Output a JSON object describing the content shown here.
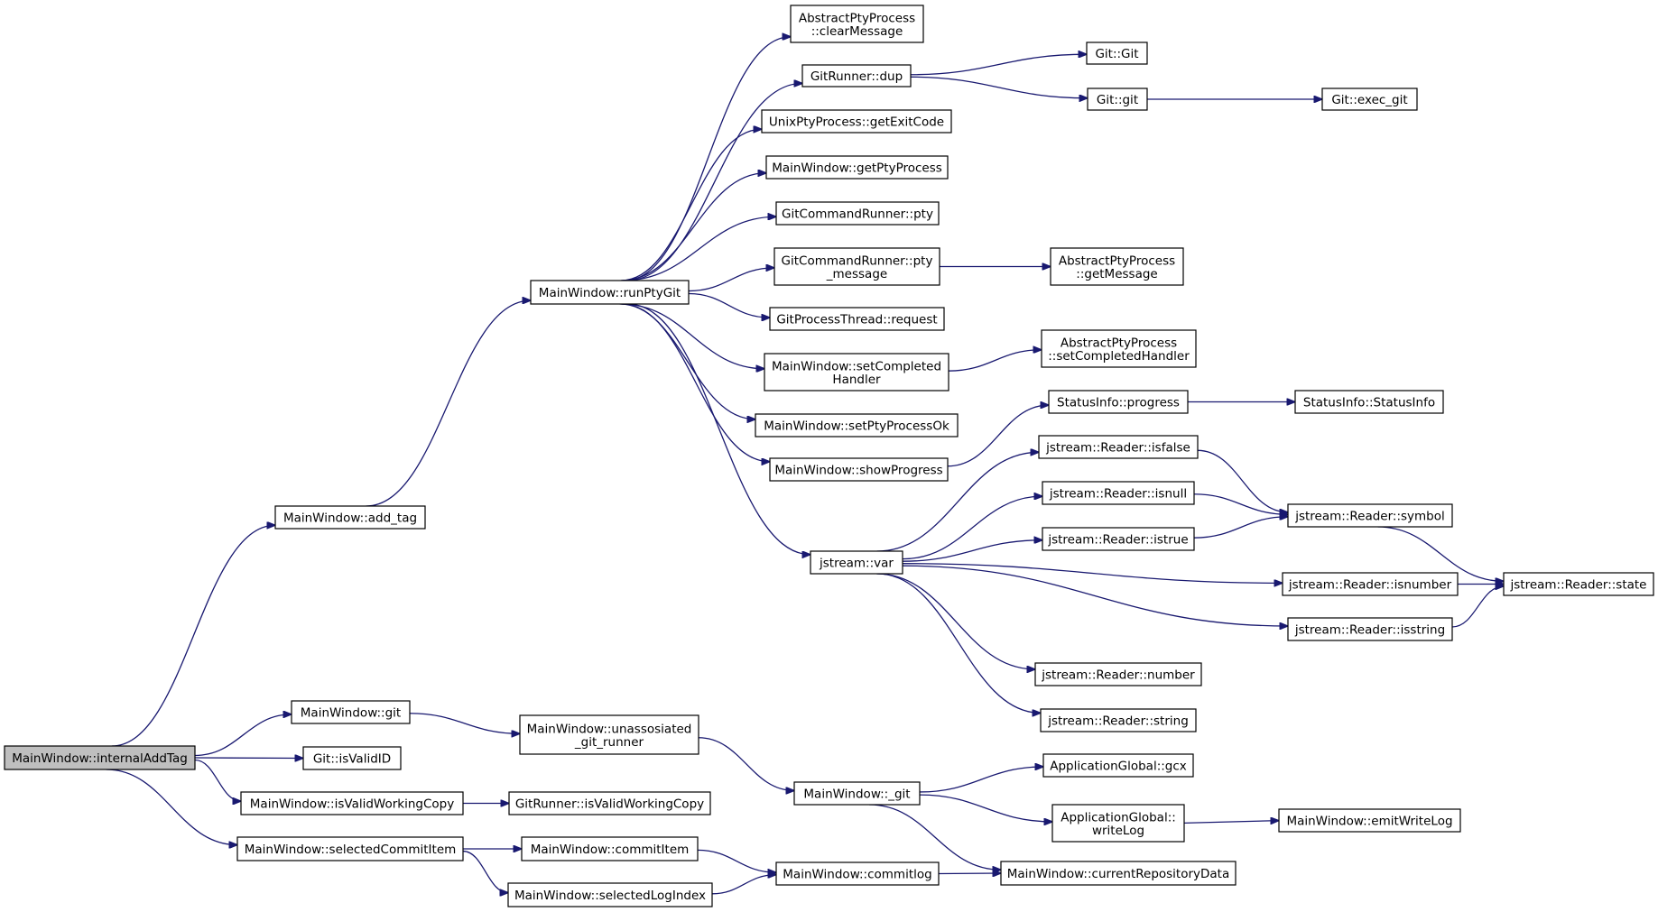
{
  "graph": {
    "edge_color": "#191970",
    "root_fill": "#bfbfbf",
    "nodes": [
      {
        "id": "internalAddTag",
        "lines": [
          "MainWindow::internalAddTag"
        ],
        "root": true
      },
      {
        "id": "add_tag",
        "lines": [
          "MainWindow::add_tag"
        ]
      },
      {
        "id": "mw_git",
        "lines": [
          "MainWindow::git"
        ]
      },
      {
        "id": "isValidID",
        "lines": [
          "Git::isValidID"
        ]
      },
      {
        "id": "mw_isValidWC",
        "lines": [
          "MainWindow::isValidWorkingCopy"
        ]
      },
      {
        "id": "selectedCommitItem",
        "lines": [
          "MainWindow::selectedCommitItem"
        ]
      },
      {
        "id": "runPtyGit",
        "lines": [
          "MainWindow::runPtyGit"
        ]
      },
      {
        "id": "unassosiated",
        "lines": [
          "MainWindow::unassosiated",
          "_git_runner"
        ]
      },
      {
        "id": "gr_isValidWC",
        "lines": [
          "GitRunner::isValidWorkingCopy"
        ]
      },
      {
        "id": "commitItem",
        "lines": [
          "MainWindow::commitItem"
        ]
      },
      {
        "id": "selectedLogIndex",
        "lines": [
          "MainWindow::selectedLogIndex"
        ]
      },
      {
        "id": "clearMessage",
        "lines": [
          "AbstractPtyProcess",
          "::clearMessage"
        ]
      },
      {
        "id": "dup",
        "lines": [
          "GitRunner::dup"
        ]
      },
      {
        "id": "getExitCode",
        "lines": [
          "UnixPtyProcess::getExitCode"
        ]
      },
      {
        "id": "getPtyProcess",
        "lines": [
          "MainWindow::getPtyProcess"
        ]
      },
      {
        "id": "pty",
        "lines": [
          "GitCommandRunner::pty"
        ]
      },
      {
        "id": "pty_message",
        "lines": [
          "GitCommandRunner::pty",
          "_message"
        ]
      },
      {
        "id": "request",
        "lines": [
          "GitProcessThread::request"
        ]
      },
      {
        "id": "setCompletedHandler",
        "lines": [
          "MainWindow::setCompleted",
          "Handler"
        ]
      },
      {
        "id": "setPtyProcessOk",
        "lines": [
          "MainWindow::setPtyProcessOk"
        ]
      },
      {
        "id": "showProgress",
        "lines": [
          "MainWindow::showProgress"
        ]
      },
      {
        "id": "var",
        "lines": [
          "jstream::var"
        ]
      },
      {
        "id": "mw__git",
        "lines": [
          "MainWindow::_git"
        ]
      },
      {
        "id": "commitlog",
        "lines": [
          "MainWindow::commitlog"
        ]
      },
      {
        "id": "git_git_ctor",
        "lines": [
          "Git::Git"
        ]
      },
      {
        "id": "git_git",
        "lines": [
          "Git::git"
        ]
      },
      {
        "id": "getMessage",
        "lines": [
          "AbstractPtyProcess",
          "::getMessage"
        ]
      },
      {
        "id": "apsetCompletedHandler",
        "lines": [
          "AbstractPtyProcess",
          "::setCompletedHandler"
        ]
      },
      {
        "id": "progress",
        "lines": [
          "StatusInfo::progress"
        ]
      },
      {
        "id": "isfalse",
        "lines": [
          "jstream::Reader::isfalse"
        ]
      },
      {
        "id": "isnull",
        "lines": [
          "jstream::Reader::isnull"
        ]
      },
      {
        "id": "istrue",
        "lines": [
          "jstream::Reader::istrue"
        ]
      },
      {
        "id": "number",
        "lines": [
          "jstream::Reader::number"
        ]
      },
      {
        "id": "string",
        "lines": [
          "jstream::Reader::string"
        ]
      },
      {
        "id": "gcx",
        "lines": [
          "ApplicationGlobal::gcx"
        ]
      },
      {
        "id": "writeLog",
        "lines": [
          "ApplicationGlobal::",
          "writeLog"
        ]
      },
      {
        "id": "currentRepositoryData",
        "lines": [
          "MainWindow::currentRepositoryData"
        ]
      },
      {
        "id": "exec_git",
        "lines": [
          "Git::exec_git"
        ]
      },
      {
        "id": "StatusInfo",
        "lines": [
          "StatusInfo::StatusInfo"
        ]
      },
      {
        "id": "symbol",
        "lines": [
          "jstream::Reader::symbol"
        ]
      },
      {
        "id": "isnumber",
        "lines": [
          "jstream::Reader::isnumber"
        ]
      },
      {
        "id": "isstring",
        "lines": [
          "jstream::Reader::isstring"
        ]
      },
      {
        "id": "emitWriteLog",
        "lines": [
          "MainWindow::emitWriteLog"
        ]
      },
      {
        "id": "state",
        "lines": [
          "jstream::Reader::state"
        ]
      }
    ],
    "edges": [
      [
        "internalAddTag",
        "add_tag"
      ],
      [
        "internalAddTag",
        "mw_git"
      ],
      [
        "internalAddTag",
        "isValidID"
      ],
      [
        "internalAddTag",
        "mw_isValidWC"
      ],
      [
        "internalAddTag",
        "selectedCommitItem"
      ],
      [
        "add_tag",
        "runPtyGit"
      ],
      [
        "runPtyGit",
        "clearMessage"
      ],
      [
        "runPtyGit",
        "dup"
      ],
      [
        "runPtyGit",
        "getExitCode"
      ],
      [
        "runPtyGit",
        "getPtyProcess"
      ],
      [
        "runPtyGit",
        "pty"
      ],
      [
        "runPtyGit",
        "pty_message"
      ],
      [
        "runPtyGit",
        "request"
      ],
      [
        "runPtyGit",
        "setCompletedHandler"
      ],
      [
        "runPtyGit",
        "setPtyProcessOk"
      ],
      [
        "runPtyGit",
        "showProgress"
      ],
      [
        "runPtyGit",
        "var"
      ],
      [
        "dup",
        "git_git_ctor"
      ],
      [
        "dup",
        "git_git"
      ],
      [
        "git_git",
        "exec_git"
      ],
      [
        "pty_message",
        "getMessage"
      ],
      [
        "setCompletedHandler",
        "apsetCompletedHandler"
      ],
      [
        "showProgress",
        "progress"
      ],
      [
        "progress",
        "StatusInfo"
      ],
      [
        "var",
        "isfalse"
      ],
      [
        "var",
        "isnull"
      ],
      [
        "var",
        "istrue"
      ],
      [
        "var",
        "isnumber"
      ],
      [
        "var",
        "isstring"
      ],
      [
        "var",
        "number"
      ],
      [
        "var",
        "string"
      ],
      [
        "isfalse",
        "symbol"
      ],
      [
        "isnull",
        "symbol"
      ],
      [
        "istrue",
        "symbol"
      ],
      [
        "symbol",
        "state"
      ],
      [
        "isnumber",
        "state"
      ],
      [
        "isstring",
        "state"
      ],
      [
        "mw_git",
        "unassosiated"
      ],
      [
        "unassosiated",
        "mw__git"
      ],
      [
        "mw__git",
        "gcx"
      ],
      [
        "mw__git",
        "writeLog"
      ],
      [
        "mw__git",
        "currentRepositoryData"
      ],
      [
        "writeLog",
        "emitWriteLog"
      ],
      [
        "mw_isValidWC",
        "gr_isValidWC"
      ],
      [
        "selectedCommitItem",
        "commitItem"
      ],
      [
        "selectedCommitItem",
        "selectedLogIndex"
      ],
      [
        "commitItem",
        "commitlog"
      ],
      [
        "selectedLogIndex",
        "commitlog"
      ],
      [
        "commitlog",
        "currentRepositoryData"
      ]
    ]
  }
}
